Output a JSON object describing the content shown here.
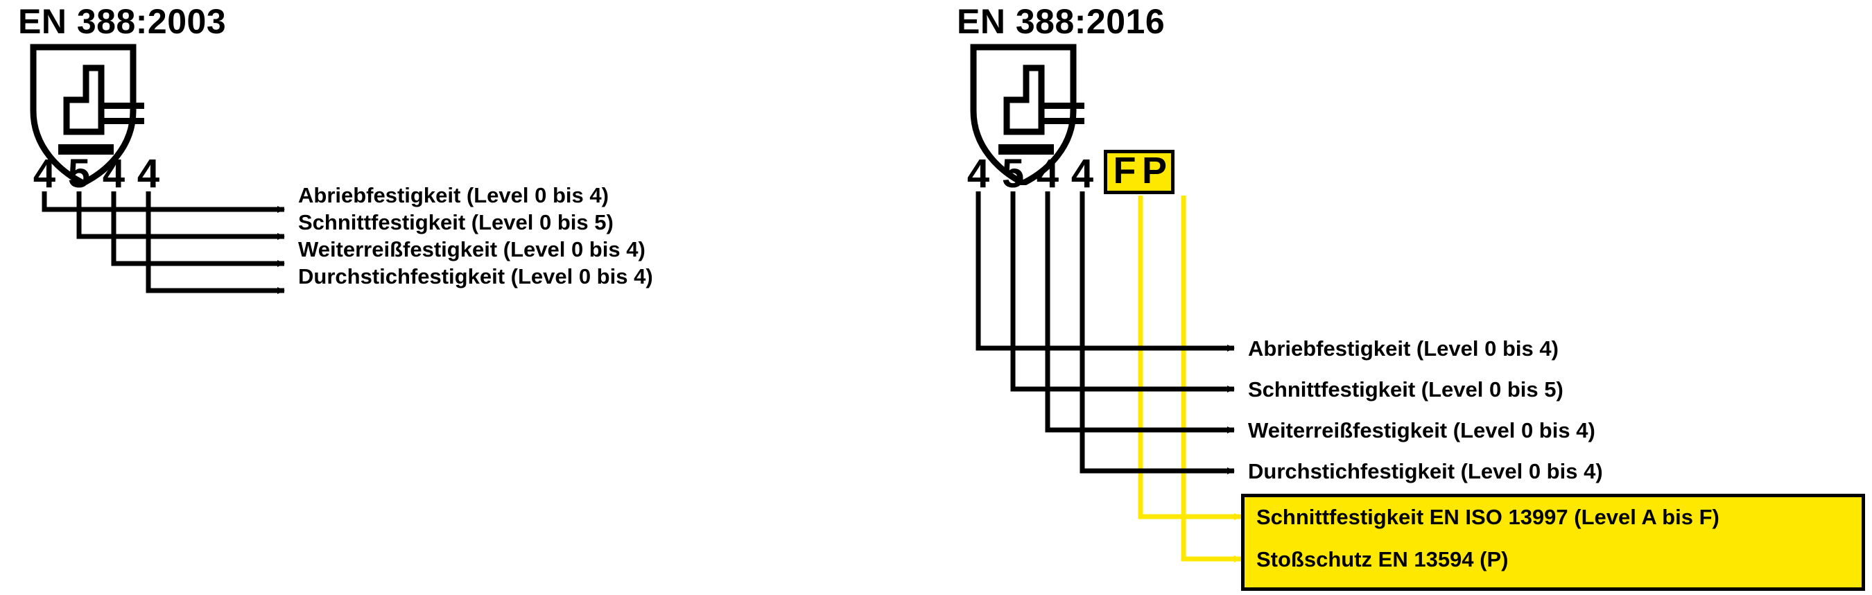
{
  "meta": {
    "colors": {
      "black": "#000000",
      "yellow": "#FFE800",
      "background": "#FFFFFF"
    }
  },
  "panels": [
    {
      "id": "en388-2003",
      "title": "EN 388:2003",
      "pictogram_icon": "en388-shield-icon",
      "performance_digits": [
        "4",
        "5",
        "4",
        "4"
      ],
      "extra_codes": [],
      "labels": [
        "Abriebfestigkeit (Level 0 bis 4)",
        "Schnittfestigkeit (Level 0 bis 5)",
        "Weiterreißfestigkeit (Level 0 bis 4)",
        "Durchstichfestigkeit (Level 0 bis 4)"
      ],
      "highlight_labels": []
    },
    {
      "id": "en388-2016",
      "title": "EN 388:2016",
      "pictogram_icon": "en388-shield-icon",
      "performance_digits": [
        "4",
        "5",
        "4",
        "4"
      ],
      "extra_codes": [
        "F",
        "P"
      ],
      "labels": [
        "Abriebfestigkeit (Level 0 bis 4)",
        "Schnittfestigkeit (Level 0 bis 5)",
        "Weiterreißfestigkeit (Level 0 bis 4)",
        "Durchstichfestigkeit (Level 0 bis 4)"
      ],
      "highlight_labels": [
        "Schnittfestigkeit EN ISO 13997 (Level A bis F)",
        "Stoßschutz EN 13594 (P)"
      ]
    }
  ]
}
